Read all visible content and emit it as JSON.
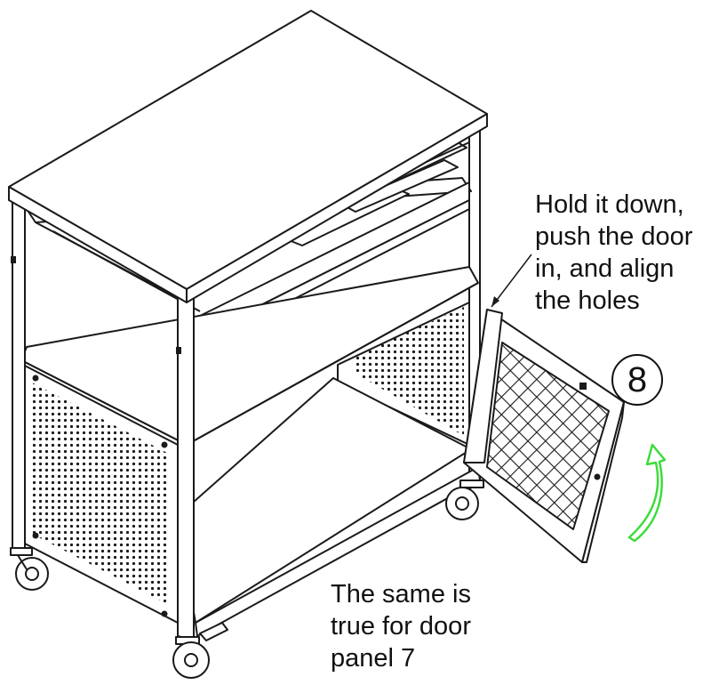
{
  "instructions": {
    "top_note": [
      "Hold it down,",
      "push the door",
      "in, and align",
      "the holes"
    ],
    "bottom_note": [
      "The same is",
      "true for door",
      "panel 7"
    ]
  },
  "step": {
    "number": "8"
  },
  "colors": {
    "line": "#1a1a1a",
    "arrow": "#3ddc3d",
    "paper": "#ffffff"
  },
  "icons": {
    "rotation_arrow": "curved-arrow-up-icon"
  }
}
